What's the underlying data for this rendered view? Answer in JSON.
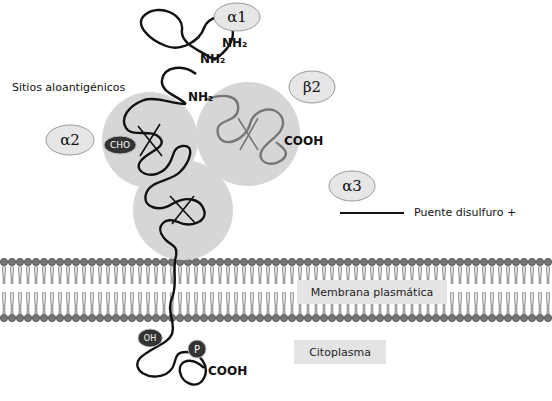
{
  "diagram": {
    "nodes": [
      {
        "text": [
          "α1"
        ]
      },
      {
        "text": [
          "β2"
        ]
      },
      {
        "text": [
          "α2"
        ]
      },
      {
        "text": [
          "CHO"
        ]
      },
      {
        "text": [
          "α3"
        ]
      },
      {
        "text": [
          "Membrana plasmática"
        ]
      },
      {
        "text": [
          "OH"
        ]
      },
      {
        "text": [
          "P"
        ]
      },
      {
        "text": [
          "Citoplasma"
        ]
      }
    ],
    "labels": [
      "NH₂",
      "NH₂",
      "Sitios aloantigénicos",
      "NH₂",
      "COOH",
      "COOH"
    ],
    "legend": [
      {
        "text": "Puente disulfuro +"
      }
    ]
  }
}
